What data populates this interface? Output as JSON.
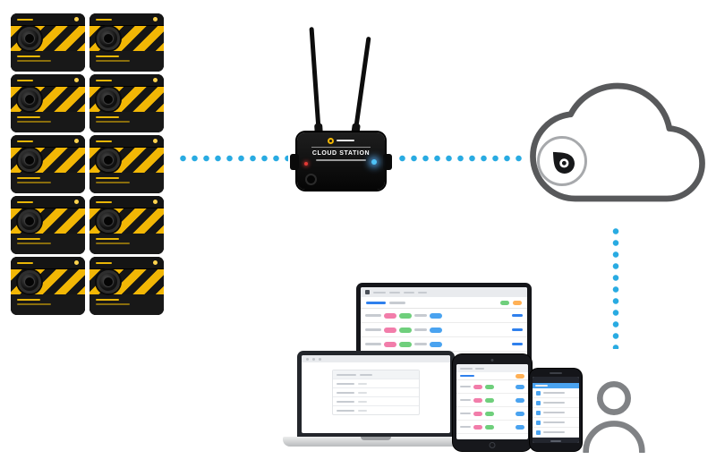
{
  "colors": {
    "dot": "#29abe2",
    "yellow": "#f2b705",
    "cloud": "#58595b",
    "pink": "#f27daa",
    "green": "#6fcf7c",
    "blue": "#4aa3f0",
    "orange": "#ffb055",
    "link": "#2f80ed",
    "person": "#808285"
  },
  "sensors": {
    "count": 10
  },
  "gateway": {
    "label": "CLOUD STATION"
  },
  "screens": {
    "monitor_rows": 4,
    "tablet_rows": 4,
    "phone_rows": 5,
    "laptop_rows": 4
  }
}
